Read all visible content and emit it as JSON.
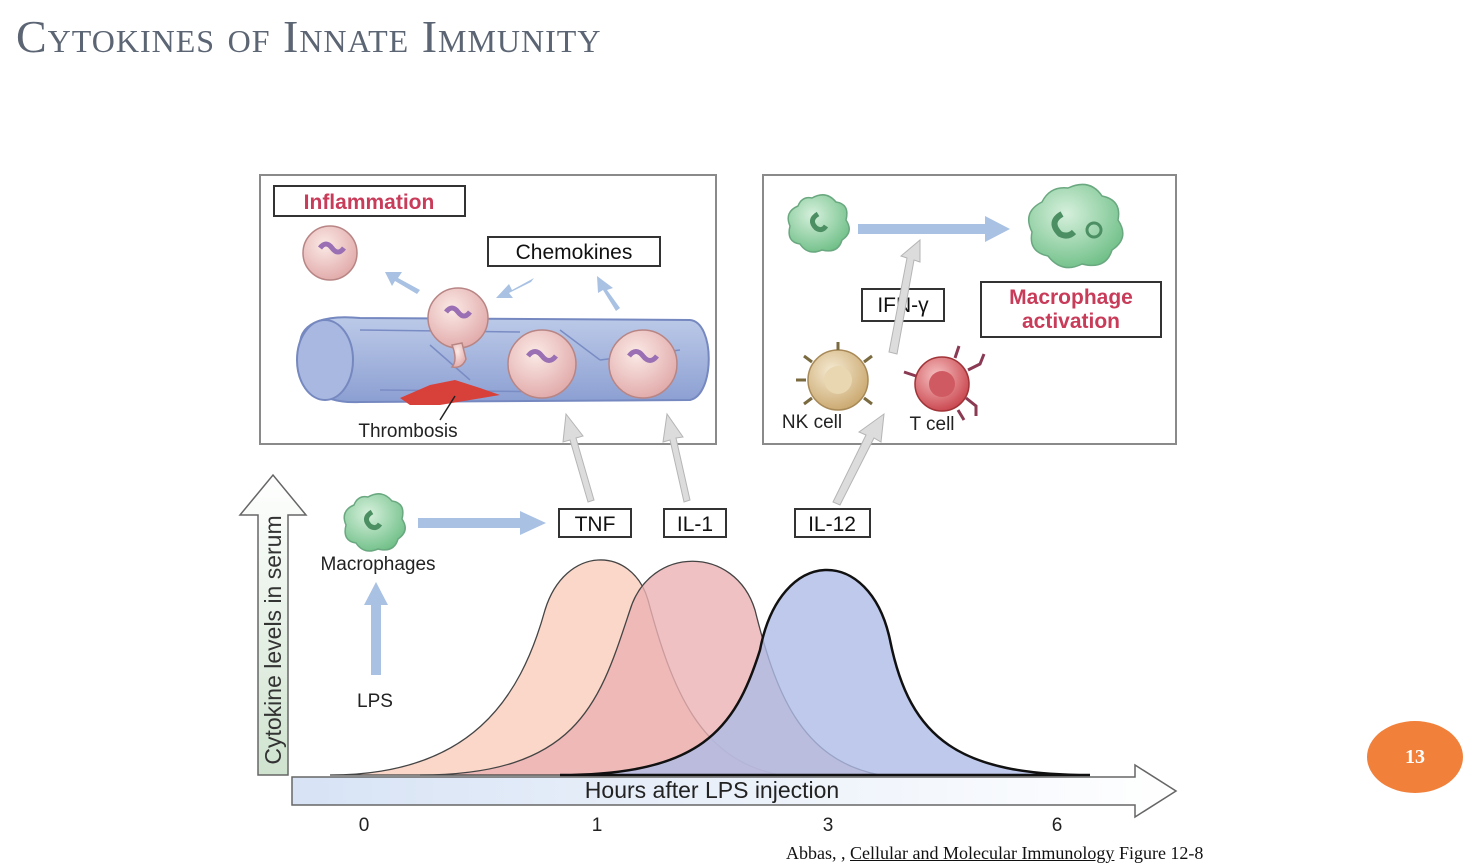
{
  "slide": {
    "title": "Cytokines of Innate Immunity",
    "page_number": "13"
  },
  "inflammation_panel": {
    "title": "Inflammation",
    "chemokines_label": "Chemokines",
    "thrombosis_label": "Thrombosis"
  },
  "activation_panel": {
    "ifn_label": "IFN-γ",
    "title_line1": "Macrophage",
    "title_line2": "activation",
    "nk_label": "NK cell",
    "t_cell_label": "T cell"
  },
  "timeline": {
    "macrophages_label": "Macrophages",
    "lps_label": "LPS",
    "y_axis_label": "Cytokine levels in serum",
    "x_axis_label": "Hours after LPS injection",
    "ticks": [
      "0",
      "1",
      "3",
      "6"
    ],
    "cytokines": [
      "TNF",
      "IL-1",
      "IL-12"
    ]
  },
  "caption": {
    "prefix": "Abbas, , ",
    "book_title": "Cellular and Molecular Immunology",
    "suffix": " Figure 12-8"
  },
  "colors": {
    "tnf_fill": "#f9d0c0",
    "il1_fill": "#ecb2b4",
    "il12_fill": "#aebbe6",
    "arrow_blue": "#a9c1e3",
    "panel_title_red": "#c83c5a",
    "badge": "#f1803b"
  }
}
